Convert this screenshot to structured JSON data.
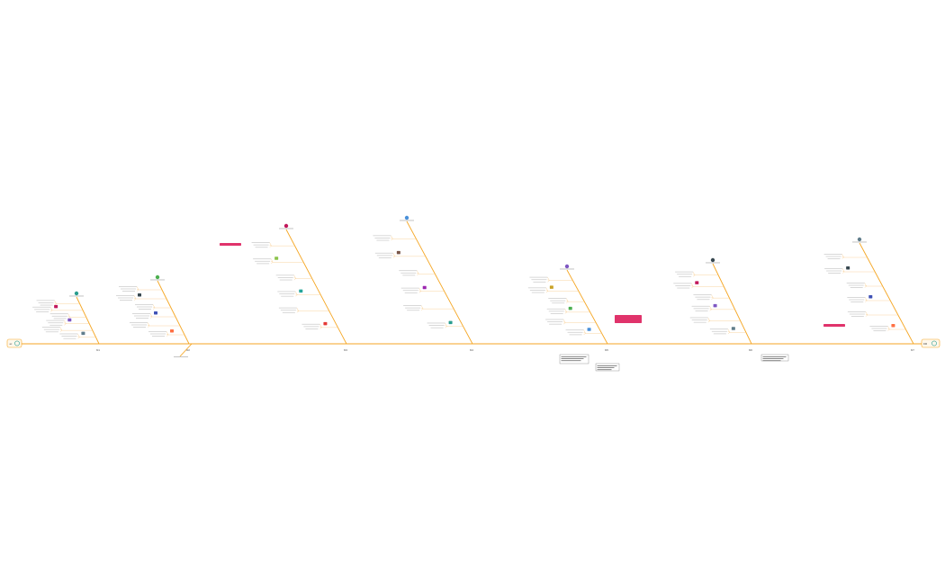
{
  "colors": {
    "spine": "#f5a623",
    "twig": "#f7c37a",
    "callout": "#e0336b",
    "text": "#444444"
  },
  "diagram": {
    "type": "fishbone-timeline",
    "start_label": "ac",
    "end_label": "DM",
    "milestones": [
      {
        "label": "M1"
      },
      {
        "label": "M2"
      },
      {
        "label": "M3"
      },
      {
        "label": "M4"
      },
      {
        "label": "M5"
      },
      {
        "label": "M6"
      },
      {
        "label": "M7"
      }
    ],
    "icons": [
      "globe-icon",
      "plant-icon",
      "lock-icon",
      "factory-icon",
      "clipboard-icon",
      "apple-icon",
      "chart-icon",
      "folder-icon",
      "box-icon",
      "chat-icon",
      "phone-icon",
      "gear-icon",
      "flag-icon",
      "calendar-icon",
      "document-icon"
    ]
  }
}
